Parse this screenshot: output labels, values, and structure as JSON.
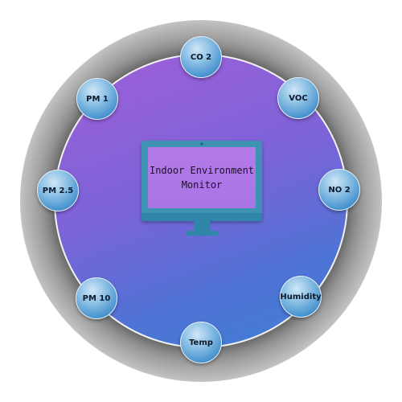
{
  "monitor": {
    "line1": "Indoor Environment",
    "line2": "Monitor"
  },
  "nodes": [
    "CO 2",
    "VOC",
    "NO 2",
    "Humidity",
    "Temp",
    "PM 10",
    "PM 2.5",
    "PM 1"
  ],
  "colors": {
    "circle_top": "#a15fd9",
    "circle_bottom": "#3f7fd6",
    "node": "#3d8ccb",
    "monitor": "#3f93b2",
    "screen": "#b57ae8"
  },
  "icons": {
    "center": "desktop-monitor-icon"
  }
}
